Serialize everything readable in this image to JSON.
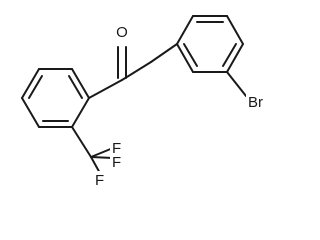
{
  "molecule": {
    "atoms": {
      "oxygen": "O",
      "bromine": "Br",
      "fluorine_top": "F",
      "fluorine_right": "F",
      "fluorine_bottom": "F"
    },
    "colors": {
      "bond": "#1a1a1a",
      "label": "#1a1a1a",
      "background": "#ffffff"
    }
  }
}
